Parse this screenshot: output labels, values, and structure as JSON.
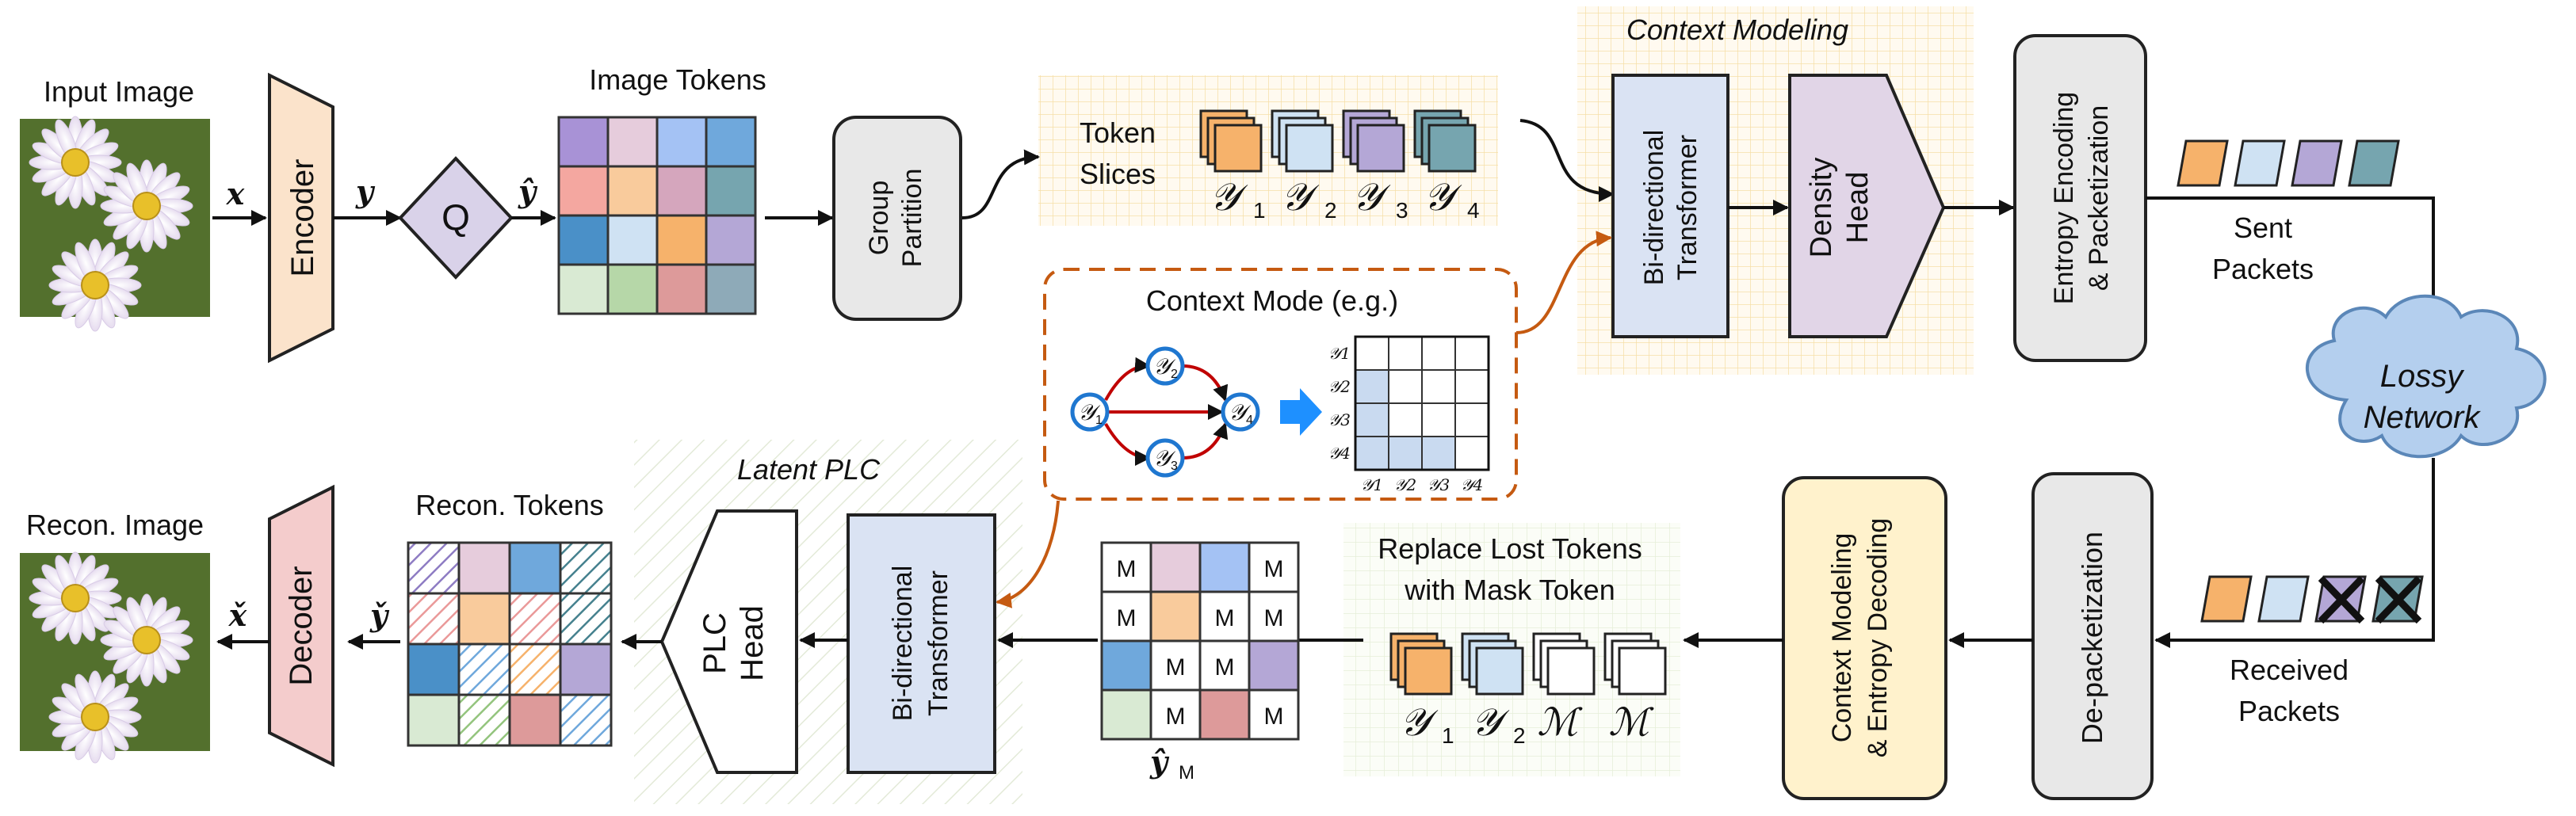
{
  "labels": {
    "input_image": "Input Image",
    "encoder": "Encoder",
    "quantizer": "Q",
    "image_tokens": "Image Tokens",
    "group_partition_1": "Group",
    "group_partition_2": "Partition",
    "token_slices_1": "Token",
    "token_slices_2": "Slices",
    "context_modeling": "Context Modeling",
    "bidir_1": "Bi-directional",
    "bidir_2": "Transformer",
    "density_1": "Density",
    "density_2": "Head",
    "entropy_enc_1": "Entropy Encoding",
    "entropy_enc_2": "& Packetization",
    "sent_1": "Sent",
    "sent_2": "Packets",
    "lossy_1": "Lossy",
    "lossy_2": "Network",
    "received_1": "Received",
    "received_2": "Packets",
    "depacketization": "De-packetization",
    "ctx_dec_1": "Context Modeling",
    "ctx_dec_2": "& Entropy Decoding",
    "replace_1": "Replace Lost Tokens",
    "replace_2": "with Mask Token",
    "latent_plc": "Latent PLC",
    "plc_head_1": "PLC",
    "plc_head_2": "Head",
    "recon_tokens": "Recon. Tokens",
    "recon_image": "Recon. Image",
    "decoder": "Decoder",
    "context_mode": "Context Mode (e.g.)"
  },
  "math": {
    "x": "x",
    "y": "y",
    "y_hat": "ŷ",
    "y_check": "y̌",
    "x_check": "x̌",
    "y_m": "ŷ",
    "y_m_sub": "M",
    "mask_glyph": "M"
  },
  "slices": {
    "sent": [
      "𝒴",
      "𝒴",
      "𝒴",
      "𝒴"
    ],
    "sent_sub": [
      "1",
      "2",
      "3",
      "4"
    ],
    "received": [
      "𝒴",
      "𝒴",
      "ℳ",
      "ℳ"
    ],
    "received_sub": [
      "1",
      "2",
      "",
      ""
    ],
    "graph_nodes": [
      "𝒴",
      "𝒴",
      "𝒴",
      "𝒴"
    ],
    "graph_sub": [
      "1",
      "2",
      "3",
      "4"
    ],
    "matrix_rows": [
      "𝒴1",
      "𝒴2",
      "𝒴3",
      "𝒴4"
    ],
    "matrix_cols": [
      "𝒴1",
      "𝒴2",
      "𝒴3",
      "𝒴4"
    ]
  },
  "colors": {
    "encoder": "#fbe3cb",
    "decoder": "#f4cccc",
    "quantizer": "#d9d2e9",
    "transformer": "#dae3f3",
    "density_head": "#e1d5e7",
    "gray_box": "#e8e8e8",
    "ctx_decoding": "#fff2cc",
    "orange_dash": "#c55a11",
    "cloud": "#b4cfee",
    "tok_purple": "#a892d6",
    "tok_pink": "#e6ccdc",
    "tok_blue": "#a4c2f4",
    "tok_steel": "#6fa8dc",
    "tok_salmon": "#f4a7a0",
    "tok_peach": "#f9cb9c",
    "tok_mauve": "#d5a6bd",
    "tok_teal": "#76a5af",
    "tok_sky": "#4a90c8",
    "tok_lightblue": "#cfe2f3",
    "tok_orange": "#f6b26b",
    "tok_lilac": "#b4a7d6",
    "tok_mint": "#d9ead3",
    "tok_green": "#b6d7a8",
    "tok_rose": "#dd9a9a",
    "tok_slate": "#8eaab8"
  }
}
